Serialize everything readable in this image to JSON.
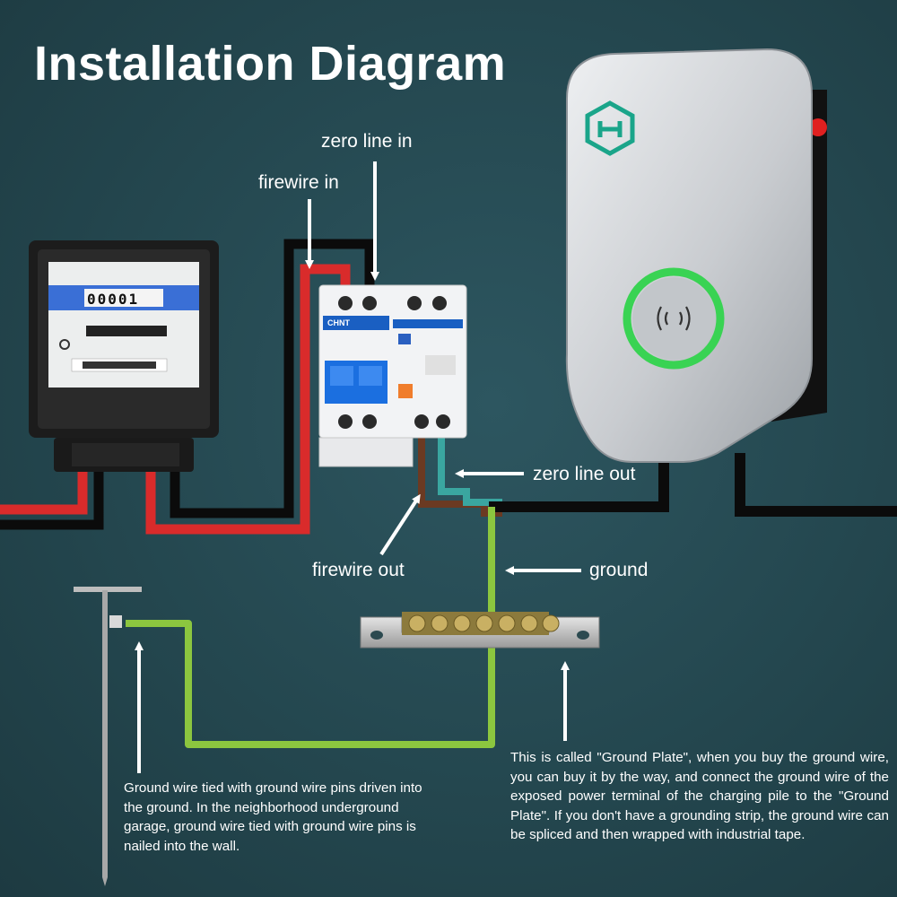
{
  "title": "Installation Diagram",
  "labels": {
    "zero_line_in": "zero line in",
    "firewire_in": "firewire in",
    "zero_line_out": "zero line out",
    "firewire_out": "firewire out",
    "ground": "ground"
  },
  "notes": {
    "ground_pin": "Ground wire tied with ground wire pins driven into the ground. In the neighborhood underground garage, ground wire tied with ground wire pins is nailed into the wall.",
    "ground_plate": "This is called \"Ground Plate\", when you buy the ground wire, you can buy it by the way, and connect the ground wire of the exposed power terminal of the charging pile to the \"Ground Plate\". If you don't have a grounding strip, the ground wire can be spliced and then wrapped with industrial tape."
  },
  "meter": {
    "reading": "00001"
  },
  "breaker": {
    "brand": "CHNT"
  },
  "colors": {
    "background": "#24474f",
    "live_wire": "#d92b2b",
    "neutral_wire": "#111111",
    "ground_wire": "#8cc63f",
    "brown_wire": "#6b3a22",
    "teal_wire": "#3aa6a0",
    "charger_ring": "#39d353",
    "logo": "#1aa58a"
  },
  "icons": [
    "charger-logo-icon",
    "nfc-icon",
    "arrow-icon"
  ]
}
